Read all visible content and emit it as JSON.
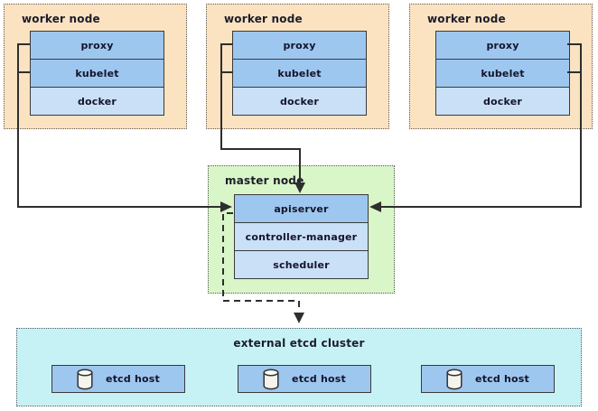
{
  "worker_nodes": [
    {
      "title": "worker node",
      "components": [
        "proxy",
        "kubelet",
        "docker"
      ]
    },
    {
      "title": "worker node",
      "components": [
        "proxy",
        "kubelet",
        "docker"
      ]
    },
    {
      "title": "worker node",
      "components": [
        "proxy",
        "kubelet",
        "docker"
      ]
    }
  ],
  "master_node": {
    "title": "master node",
    "components": [
      "apiserver",
      "controller-manager",
      "scheduler"
    ]
  },
  "etcd_cluster": {
    "title": "external etcd cluster",
    "hosts": [
      {
        "icon": "database-icon",
        "label": "etcd host"
      },
      {
        "icon": "database-icon",
        "label": "etcd host"
      },
      {
        "icon": "database-icon",
        "label": "etcd host"
      }
    ]
  },
  "colors": {
    "worker_node_bg": "#fbe3c2",
    "master_node_bg": "#d9f6c8",
    "etcd_cluster_bg": "#c7f2f5",
    "component_primary_bg": "#9dc7ef",
    "component_secondary_bg": "#c9e0f7",
    "box_border": "#3a3a3a",
    "connector_line": "#2e2e2e"
  }
}
